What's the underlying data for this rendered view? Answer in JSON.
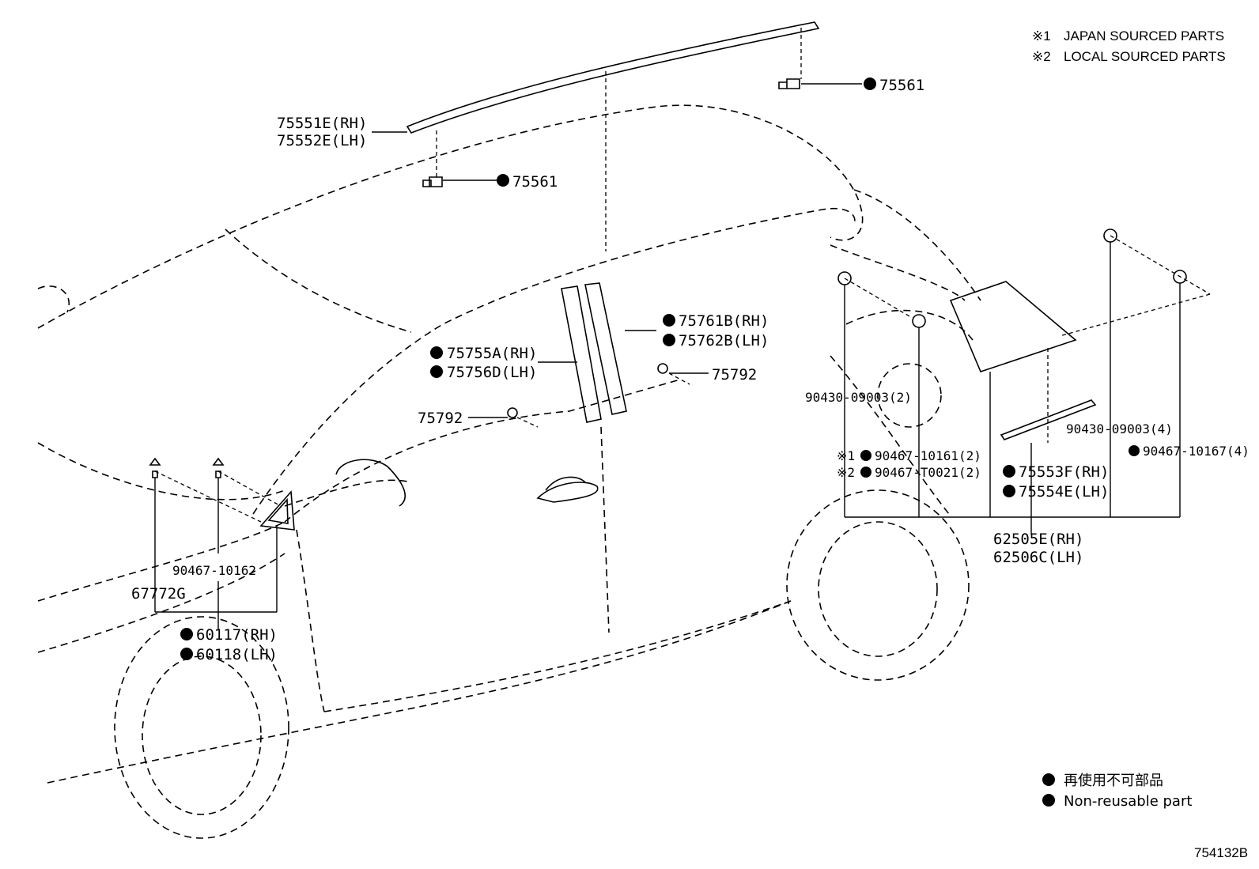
{
  "notes": [
    {
      "mark": "※1",
      "text": "JAPAN SOURCED PARTS"
    },
    {
      "mark": "※2",
      "text": "LOCAL SOURCED PARTS"
    }
  ],
  "parts": {
    "roof_clip_rear": "75561",
    "roof_clip_front": "75561",
    "roof_molding_rh": "75551E(RH)",
    "roof_molding_lh": "75552E(LH)",
    "pillar_front_rh": "75755A(RH)",
    "pillar_front_lh": "75756D(LH)",
    "pillar_rear_rh": "75761B(RH)",
    "pillar_rear_lh": "75762B(LH)",
    "clip_left": "75792",
    "clip_right": "75792",
    "clip_90430_2": "90430-09003(2)",
    "clip_90467_japan": "90467-10161(2)",
    "clip_90467_local": "90467-T0021(2)",
    "molding_rh": "75553F(RH)",
    "molding_lh": "75554E(LH)",
    "clip_90430_4": "90430-09003(4)",
    "clip_90467_4": "90467-10167(4)",
    "spoiler_rh": "62505E(RH)",
    "spoiler_lh": "62506C(LH)",
    "clip_90467_10162": "90467-10162",
    "garnish": "67772G",
    "mirror_rh": "60117(RH)",
    "mirror_lh": "60118(LH)"
  },
  "marks": {
    "japan": "※1",
    "local": "※2"
  },
  "legend": {
    "jp": "再使用不可部品",
    "en": "Non-reusable part"
  },
  "figure_id": "754132B"
}
